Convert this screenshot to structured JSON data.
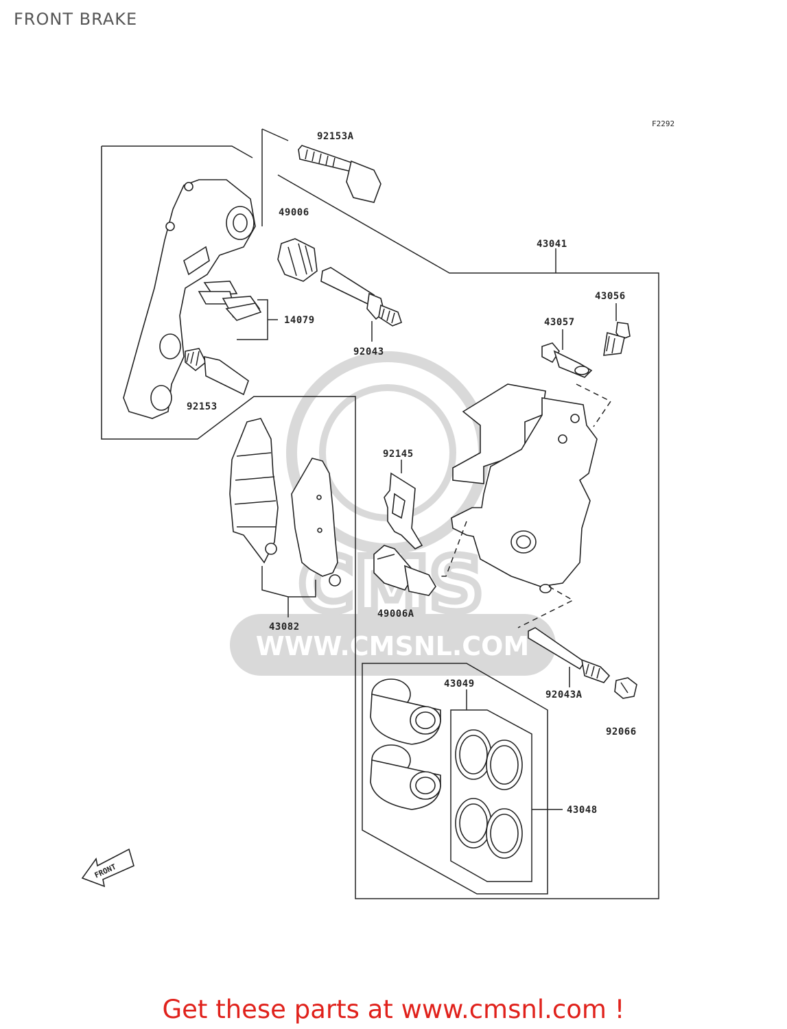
{
  "page": {
    "title": "FRONT BRAKE",
    "figure_ref": "F2292",
    "footer": "Get these parts at www.cmsnl.com !",
    "watermark_text": "WWW.CMSNL.COM",
    "watermark_logo": "CMS",
    "front_arrow_label": "FRONT"
  },
  "parts": [
    {
      "id": "p-92153A",
      "label": "92153A"
    },
    {
      "id": "p-49006",
      "label": "49006"
    },
    {
      "id": "p-43041",
      "label": "43041"
    },
    {
      "id": "p-43056",
      "label": "43056"
    },
    {
      "id": "p-43057",
      "label": "43057"
    },
    {
      "id": "p-14079",
      "label": "14079"
    },
    {
      "id": "p-92043",
      "label": "92043"
    },
    {
      "id": "p-92153",
      "label": "92153"
    },
    {
      "id": "p-92145",
      "label": "92145"
    },
    {
      "id": "p-49006A",
      "label": "49006A"
    },
    {
      "id": "p-43082",
      "label": "43082"
    },
    {
      "id": "p-43049",
      "label": "43049"
    },
    {
      "id": "p-92043A",
      "label": "92043A"
    },
    {
      "id": "p-92066",
      "label": "92066"
    },
    {
      "id": "p-43048",
      "label": "43048"
    }
  ],
  "colors": {
    "footer": "#e0211b",
    "title": "#555555",
    "watermark": "#d9d9d9"
  }
}
